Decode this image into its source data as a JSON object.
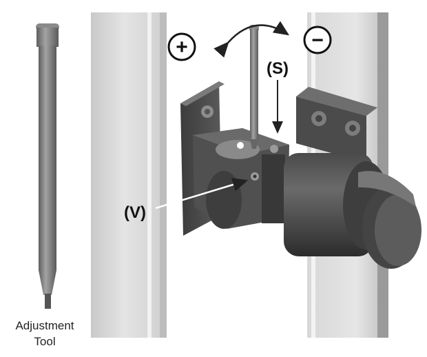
{
  "tool_caption": {
    "line1": "Adjustment",
    "line2": "Tool"
  },
  "symbols": {
    "plus": "+",
    "minus": "−"
  },
  "callouts": {
    "s_label": "(S)",
    "v_label": "(V)"
  },
  "colors": {
    "post_light": "#d9d9d9",
    "post_dark": "#b8b8b8",
    "metal_dark": "#3a3a3a",
    "metal_mid": "#5a5a5a",
    "tool": "#7a7a7a",
    "outline": "#111111",
    "arrow": "#222222",
    "highlight": "#ffffff"
  }
}
